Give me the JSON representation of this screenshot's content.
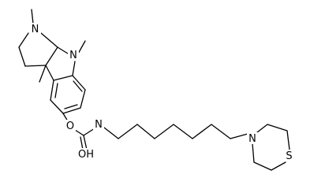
{
  "molecule": {
    "atoms": {
      "n1": "N",
      "n8": "N",
      "o_ester": "O",
      "n_carbamate": "N",
      "oh": "OH",
      "n_morph": "N",
      "s": "S"
    }
  },
  "colors": {
    "bond": "#000000",
    "label": "#000000",
    "background": "#ffffff"
  }
}
